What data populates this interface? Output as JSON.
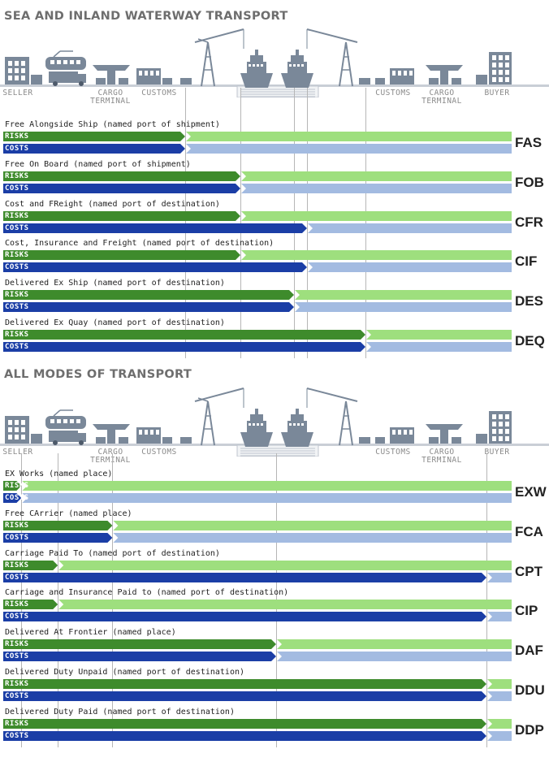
{
  "colors": {
    "seller_risk": "#3e8b2c",
    "buyer_risk": "#9edf7e",
    "seller_cost": "#1b3ea6",
    "buyer_cost": "#a3bbe1",
    "illustration": "#7a8899",
    "title": "#6e6e6e"
  },
  "sections": [
    {
      "title": "SEA AND INLAND WATERWAY TRANSPORT",
      "locations": [
        {
          "label": "SELLER",
          "point": 0.05
        },
        {
          "label": "CARGO\nTERMINAL",
          "point": 0.36
        },
        {
          "label": "CUSTOMS",
          "point": 0.65
        },
        {
          "label": "CUSTOMS",
          "point": 2.35
        },
        {
          "label": "CARGO\nTERMINAL",
          "point": 2.64
        },
        {
          "label": "BUYER",
          "point": 2.95
        }
      ],
      "icons": [
        "factory-icon",
        "train-icon",
        "truck-icon",
        "terminal-icon",
        "warehouse-icon",
        "crane-icon",
        "ship-icon",
        "ship-icon",
        "crane-icon",
        "warehouse-icon",
        "terminal-icon",
        "factory-icon"
      ],
      "terms": [
        {
          "desc": "Free Alongside Ship (named port of shipment)",
          "risk_label": "RISKS",
          "cost_label": "COSTS",
          "code": "FAS",
          "risk_transfer": 1.0,
          "cost_transfer": 1.0
        },
        {
          "desc": "Free On Board (named port of shipment)",
          "risk_label": "RISKS",
          "cost_label": "COSTS",
          "code": "FOB",
          "risk_transfer": 1.3,
          "cost_transfer": 1.3
        },
        {
          "desc": "Cost and FReight (named port of destination)",
          "risk_label": "RISKS",
          "cost_label": "COSTS",
          "code": "CFR",
          "risk_transfer": 1.3,
          "cost_transfer": 1.7
        },
        {
          "desc": "Cost, Insurance and Freight (named port of destination)",
          "risk_label": "RISKS",
          "cost_label": "COSTS",
          "code": "CIF",
          "risk_transfer": 1.3,
          "cost_transfer": 1.7
        },
        {
          "desc": "Delivered Ex Ship (named port of destination)",
          "risk_label": "RISKS",
          "cost_label": "COSTS",
          "code": "DES",
          "risk_transfer": 1.6,
          "cost_transfer": 1.6
        },
        {
          "desc": "Delivered Ex Quay (named port of destination)",
          "risk_label": "RISKS",
          "cost_label": "COSTS",
          "code": "DEQ",
          "risk_transfer": 2.0,
          "cost_transfer": 2.0
        }
      ]
    },
    {
      "title": "ALL MODES OF TRANSPORT",
      "locations": [
        {
          "label": "SELLER",
          "point": 0.05
        },
        {
          "label": "CARGO\nTERMINAL",
          "point": 0.36
        },
        {
          "label": "CUSTOMS",
          "point": 0.65
        },
        {
          "label": "CUSTOMS",
          "point": 2.35
        },
        {
          "label": "CARGO\nTERMINAL",
          "point": 2.64
        },
        {
          "label": "BUYER",
          "point": 2.95
        }
      ],
      "icons": [
        "factory-icon",
        "train-icon",
        "truck-icon",
        "terminal-icon",
        "warehouse-icon",
        "crane-icon",
        "ship-icon",
        "ship-icon",
        "crane-icon",
        "warehouse-icon",
        "terminal-icon",
        "factory-icon"
      ],
      "terms": [
        {
          "desc": "EX Works (named place)",
          "risk_label": "RISKS",
          "cost_label": "COSTS",
          "code": "EXW",
          "risk_transfer": 0.1,
          "cost_transfer": 0.1
        },
        {
          "desc": "Free CArrier (named place)",
          "risk_label": "RISKS",
          "cost_label": "COSTS",
          "code": "FCA",
          "risk_transfer": 0.6,
          "cost_transfer": 0.6
        },
        {
          "desc": "Carriage Paid To (named port of destination)",
          "risk_label": "RISKS",
          "cost_label": "COSTS",
          "code": "CPT",
          "risk_transfer": 0.3,
          "cost_transfer": 2.9
        },
        {
          "desc": "Carriage and Insurance Paid to (named port of destination)",
          "risk_label": "RISKS",
          "cost_label": "COSTS",
          "code": "CIP",
          "risk_transfer": 0.3,
          "cost_transfer": 2.9
        },
        {
          "desc": "Delivered At Frontier (named place)",
          "risk_label": "RISKS",
          "cost_label": "COSTS",
          "code": "DAF",
          "risk_transfer": 1.5,
          "cost_transfer": 1.5
        },
        {
          "desc": "Delivered Duty Unpaid (named port of destination)",
          "risk_label": "RISKS",
          "cost_label": "COSTS",
          "code": "DDU",
          "risk_transfer": 2.9,
          "cost_transfer": 2.9
        },
        {
          "desc": "Delivered Duty Paid (named port of destination)",
          "risk_label": "RISKS",
          "cost_label": "COSTS",
          "code": "DDP",
          "risk_transfer": 2.9,
          "cost_transfer": 2.9
        }
      ]
    }
  ]
}
